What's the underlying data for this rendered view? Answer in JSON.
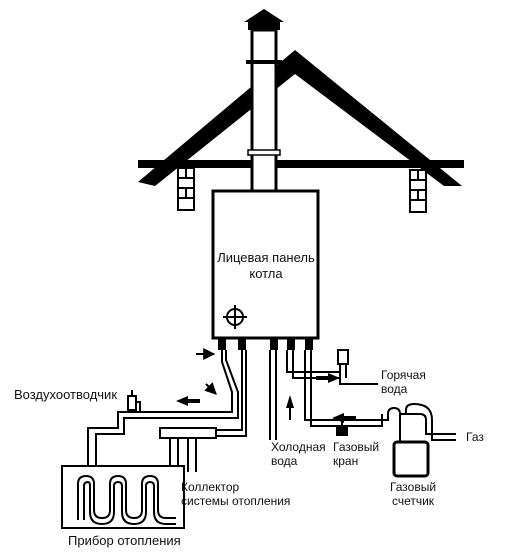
{
  "labels": {
    "boiler_panel_line1": "Лицевая панель",
    "boiler_panel_line2": "котла",
    "air_vent": "Воздухоотводчик",
    "hot_water_line1": "Горячая",
    "hot_water_line2": "вода",
    "cold_water_line1": "Холодная",
    "cold_water_line2": "вода",
    "gas_valve_line1": "Газовый",
    "gas_valve_line2": "кран",
    "gas": "Газ",
    "gas_meter_line1": "Газовый",
    "gas_meter_line2": "счетчик",
    "collector_line1": "Коллектор",
    "collector_line2": "системы отопления",
    "heater": "Прибор отопления"
  }
}
